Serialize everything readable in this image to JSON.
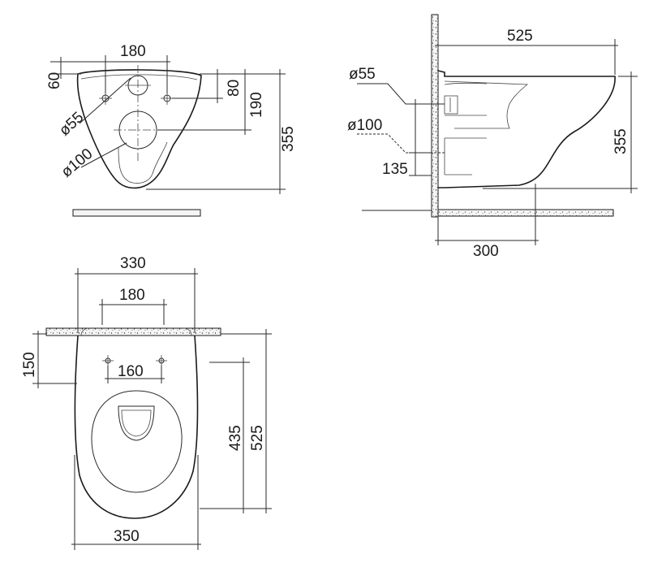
{
  "front_view": {
    "width_holes": "180",
    "height_top": "60",
    "height_small": "80",
    "height_mid": "190",
    "height_total": "355",
    "dia_small": "ø55",
    "dia_large": "ø100"
  },
  "side_view": {
    "length": "525",
    "dia_small": "ø55",
    "dia_large": "ø100",
    "outlet_height": "135",
    "height_total": "355",
    "depth": "300"
  },
  "top_view": {
    "width_total": "330",
    "width_holes": "180",
    "hole_offset": "150",
    "hole_spacing": "160",
    "length_inner": "435",
    "length_total": "525",
    "width_bottom": "350"
  }
}
